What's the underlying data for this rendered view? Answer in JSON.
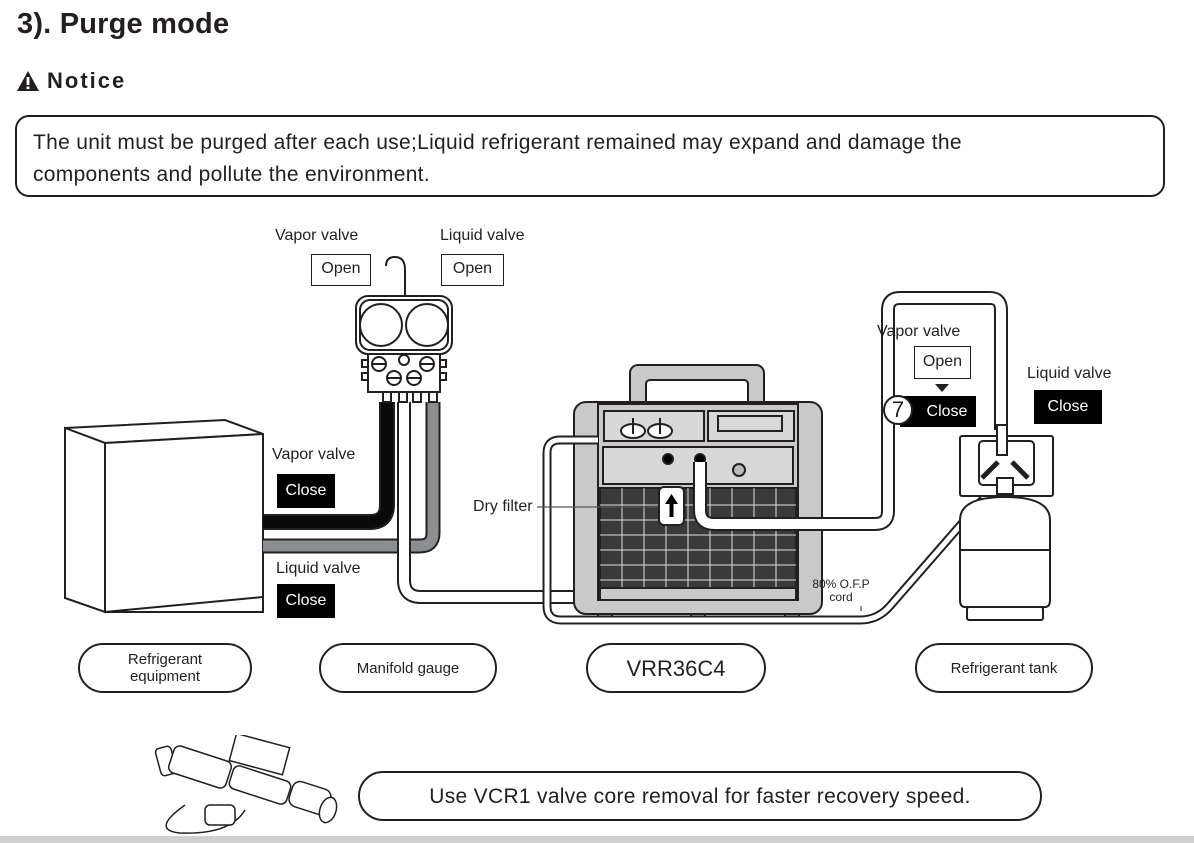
{
  "title": "3). Purge mode",
  "notice": {
    "icon": "warning-triangle-icon",
    "heading": "Notice",
    "text_line1": "The unit must be purged after each use;Liquid refrigerant remained may expand and damage the",
    "text_line2": "components and pollute the environment."
  },
  "manifold_gauge": {
    "vapor_valve_label": "Vapor valve",
    "vapor_valve_state": "Open",
    "liquid_valve_label": "Liquid valve",
    "liquid_valve_state": "Open"
  },
  "equipment": {
    "vapor_valve_label": "Vapor valve",
    "vapor_valve_state": "Close",
    "liquid_valve_label": "Liquid valve",
    "liquid_valve_state": "Close"
  },
  "tank": {
    "vapor_valve_label": "Vapor valve",
    "vapor_valve_from_state": "Open",
    "step_number": "7",
    "vapor_valve_to_state": "Close",
    "liquid_valve_label": "Liquid valve",
    "liquid_valve_state": "Close"
  },
  "dry_filter_label": "Dry filter",
  "ofp_cord_label_line1": "80% O.F.P",
  "ofp_cord_label_line2": "cord",
  "component_labels": {
    "equipment": "Refrigerant equipment",
    "manifold": "Manifold gauge",
    "unit": "VRR36C4",
    "tank": "Refrigerant tank"
  },
  "tip": "Use VCR1 valve core removal for faster recovery speed.",
  "colors": {
    "text": "#231f20",
    "vapor_hose": "#0a0a0a",
    "liquid_hose": "#8c8f91",
    "unit_body": "#c9c9c9"
  }
}
